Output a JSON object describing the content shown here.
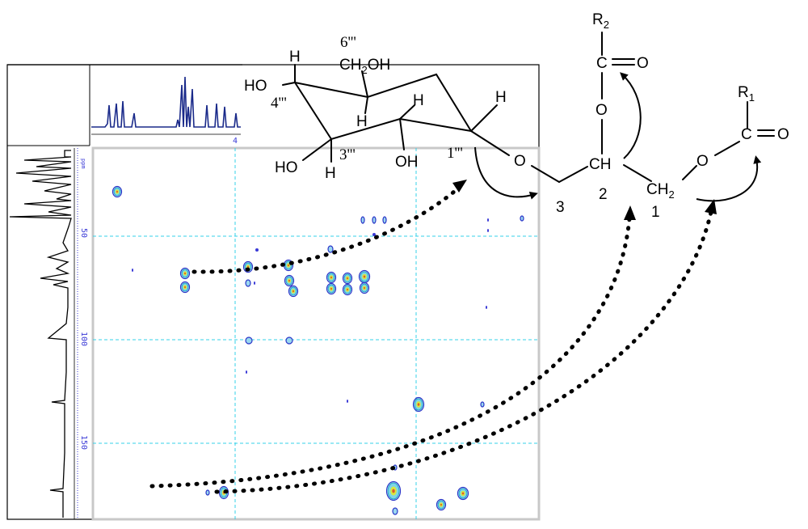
{
  "spectrum": {
    "f1_ticks": [
      "50",
      "100",
      "150"
    ],
    "f2_tick": "4",
    "f1_unit": "ppm",
    "colors": {
      "grid": "#34d0e8",
      "frame": "#000000",
      "inner_frame": "#c8c8c8",
      "trace_top": "#1a2a8a",
      "tick": "#3a3ad6"
    }
  },
  "molecule": {
    "ring": {
      "pos_6": "6'''",
      "ch2oh": "CH",
      "ch2oh_sub": "2",
      "ch2oh_tail": "OH",
      "pos_4": "4'''",
      "pos_3": "3'''",
      "pos_1": "1'''",
      "ho_left": "HO",
      "ho_bottom": "HO",
      "oh_mid": "OH",
      "h": "H"
    },
    "glycerol": {
      "o_ether": "O",
      "ch": "CH",
      "ch2": "CH",
      "ch2_sub": "2",
      "o2": "O",
      "o1": "O",
      "num_1": "1",
      "num_2": "2",
      "num_3": "3"
    },
    "ester2": {
      "r": "R",
      "r_sub": "2",
      "c": "C",
      "o": "O"
    },
    "ester1": {
      "r": "R",
      "r_sub": "1",
      "c": "C",
      "o": "O"
    }
  }
}
